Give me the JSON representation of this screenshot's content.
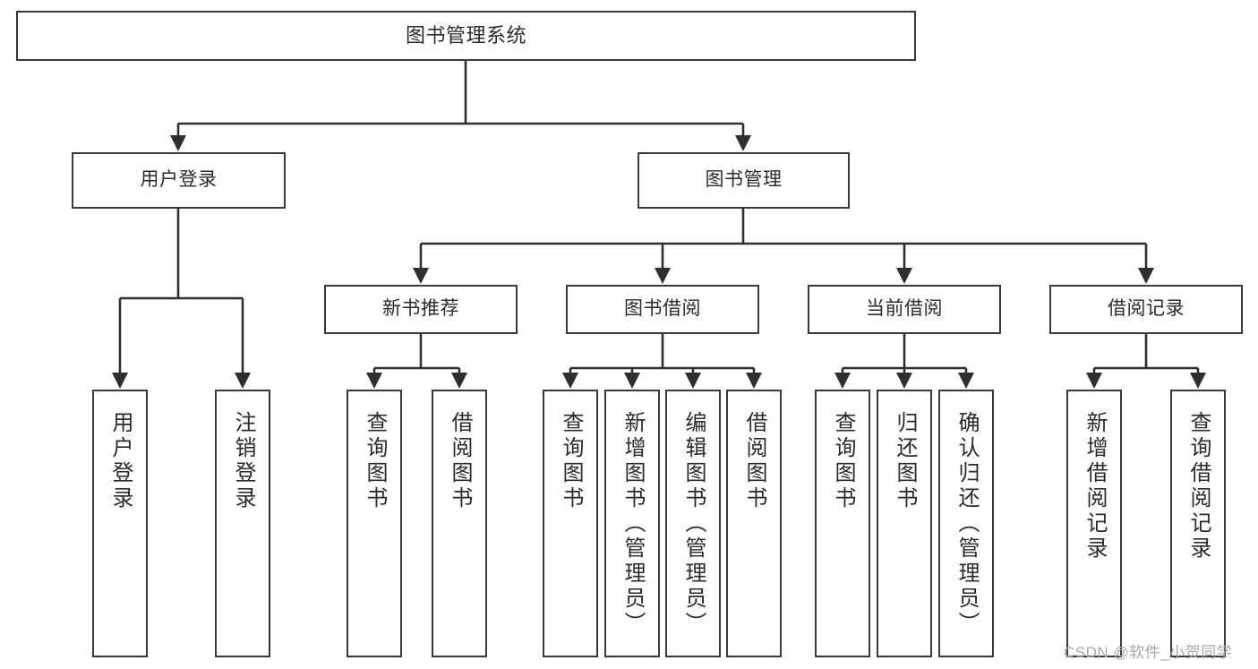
{
  "diagram": {
    "type": "tree",
    "title": "图书管理系统",
    "watermark": "CSDN @软件_小贺同学",
    "colors": {
      "box_border": "#3a3a3a",
      "box_fill": "#ffffff",
      "connector": "#2f2f2f",
      "text": "#2b2b2b",
      "watermark": "#a9a9a9",
      "background": "#ffffff"
    },
    "levels": {
      "level1": [
        {
          "id": "root",
          "label": "图书管理系统"
        }
      ],
      "level2": [
        {
          "id": "user-login",
          "label": "用户登录"
        },
        {
          "id": "book-manage",
          "label": "图书管理"
        }
      ],
      "level3": [
        {
          "id": "new-book-rec",
          "label": "新书推荐",
          "parent": "book-manage"
        },
        {
          "id": "book-borrow",
          "label": "图书借阅",
          "parent": "book-manage"
        },
        {
          "id": "current-borrow",
          "label": "当前借阅",
          "parent": "book-manage"
        },
        {
          "id": "borrow-record",
          "label": "借阅记录",
          "parent": "book-manage"
        }
      ],
      "level4": [
        {
          "id": "leaf-user-login",
          "label": "用户登录",
          "parent": "user-login"
        },
        {
          "id": "leaf-user-logout",
          "label": "注销登录",
          "parent": "user-login"
        },
        {
          "id": "leaf-query-book-1",
          "label": "查询图书",
          "parent": "new-book-rec"
        },
        {
          "id": "leaf-borrow-book-1",
          "label": "借阅图书",
          "parent": "new-book-rec"
        },
        {
          "id": "leaf-query-book-2",
          "label": "查询图书",
          "parent": "book-borrow"
        },
        {
          "id": "leaf-add-book",
          "label": "新增图书（管理员）",
          "parent": "book-borrow"
        },
        {
          "id": "leaf-edit-book",
          "label": "编辑图书（管理员）",
          "parent": "book-borrow"
        },
        {
          "id": "leaf-borrow-book-2",
          "label": "借阅图书",
          "parent": "book-borrow"
        },
        {
          "id": "leaf-query-book-3",
          "label": "查询图书",
          "parent": "current-borrow"
        },
        {
          "id": "leaf-return-book",
          "label": "归还图书",
          "parent": "current-borrow"
        },
        {
          "id": "leaf-confirm-return",
          "label": "确认归还（管理员）",
          "parent": "current-borrow"
        },
        {
          "id": "leaf-add-record",
          "label": "新增借阅记录",
          "parent": "borrow-record"
        },
        {
          "id": "leaf-query-record",
          "label": "查询借阅记录",
          "parent": "borrow-record"
        }
      ]
    }
  }
}
